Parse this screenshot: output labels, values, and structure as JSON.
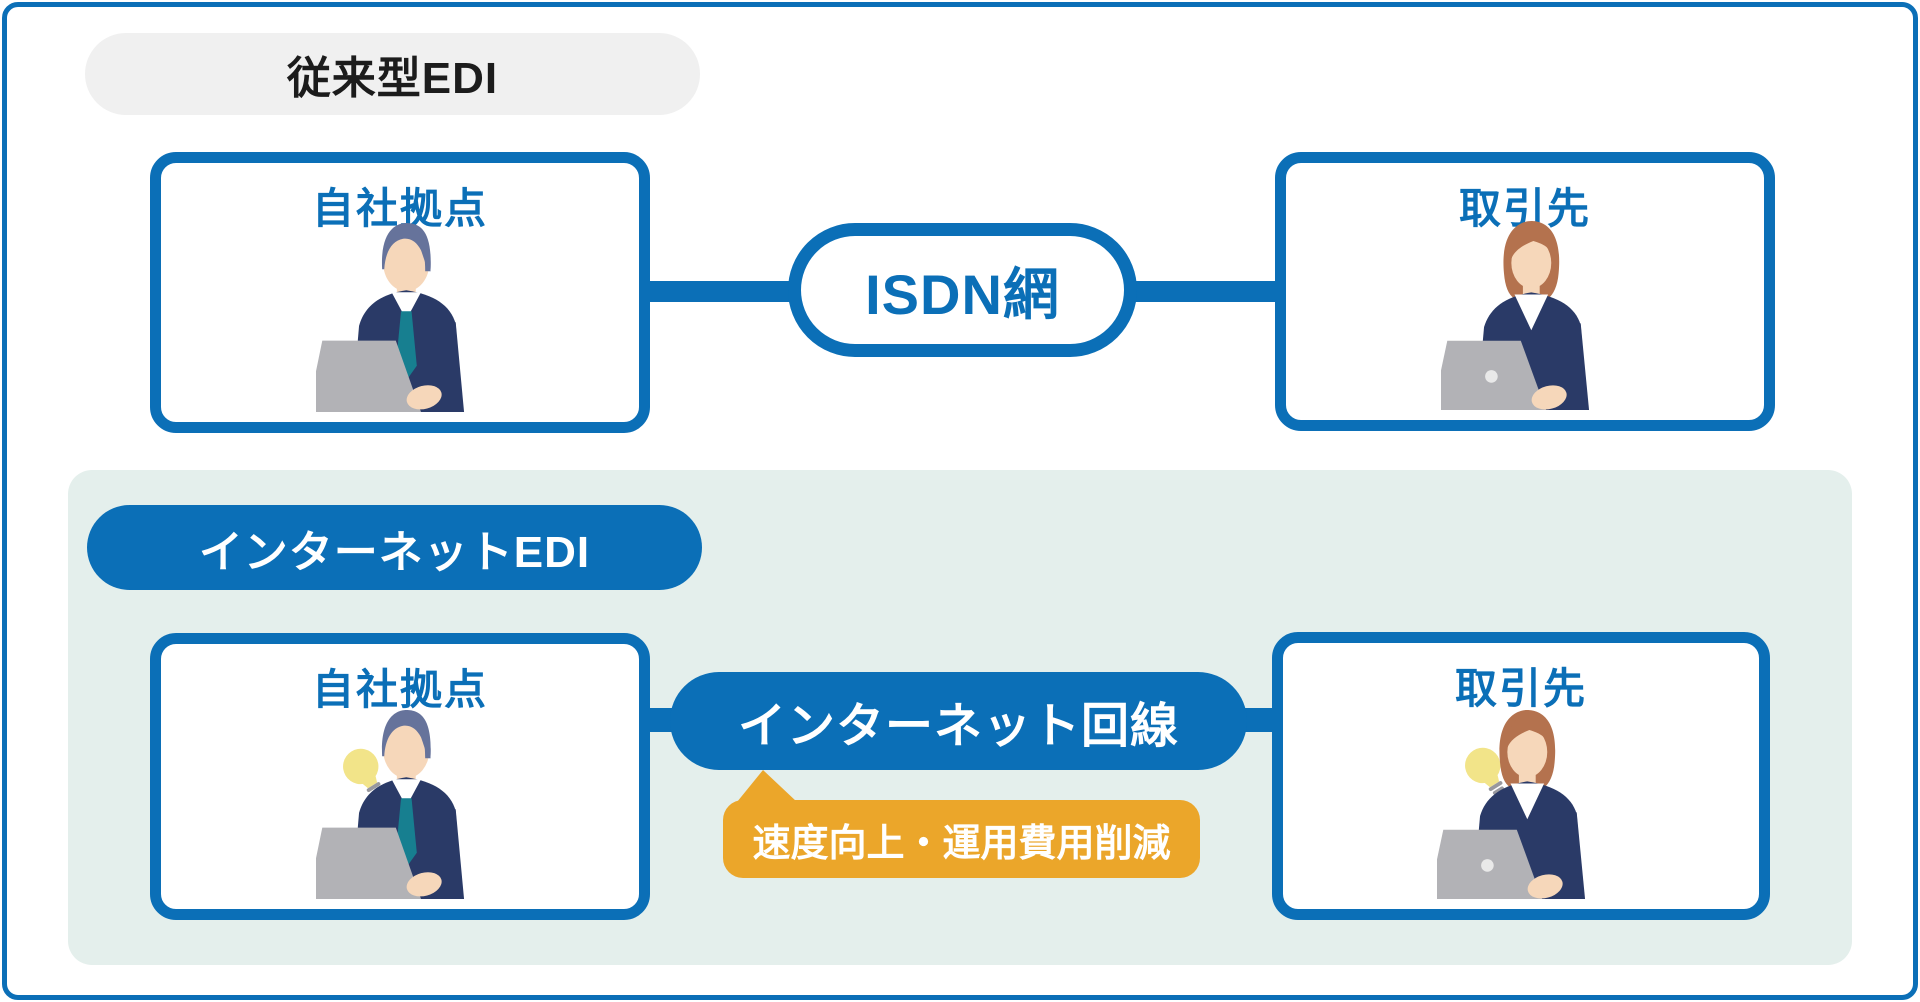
{
  "colors": {
    "blue": "#0b6fb7",
    "panel": "#e4efec",
    "gray_pill": "#f0f0f0",
    "yellow": "#eba62a",
    "text_dark": "#1c1c1c",
    "skin": "#f6d7ba",
    "suit": "#2a3a67",
    "hair_man": "#66739b",
    "hair_woman": "#b4724e",
    "tie": "#177f90",
    "laptop": "#b2b2b6",
    "bulb": "#f2e489",
    "bulb_base": "#98989e"
  },
  "traditional": {
    "label": "従来型EDI",
    "left_box_title": "自社拠点",
    "network_label": "ISDN網",
    "right_box_title": "取引先"
  },
  "internet": {
    "label": "インターネットEDI",
    "left_box_title": "自社拠点",
    "network_label": "インターネット回線",
    "callout": "速度向上・運用費用削減",
    "right_box_title": "取引先"
  },
  "icons": {
    "man_at_laptop": "male office worker typing on laptop",
    "woman_at_laptop": "female office worker typing on laptop",
    "lightbulb": "idea / improvement lightbulb"
  }
}
